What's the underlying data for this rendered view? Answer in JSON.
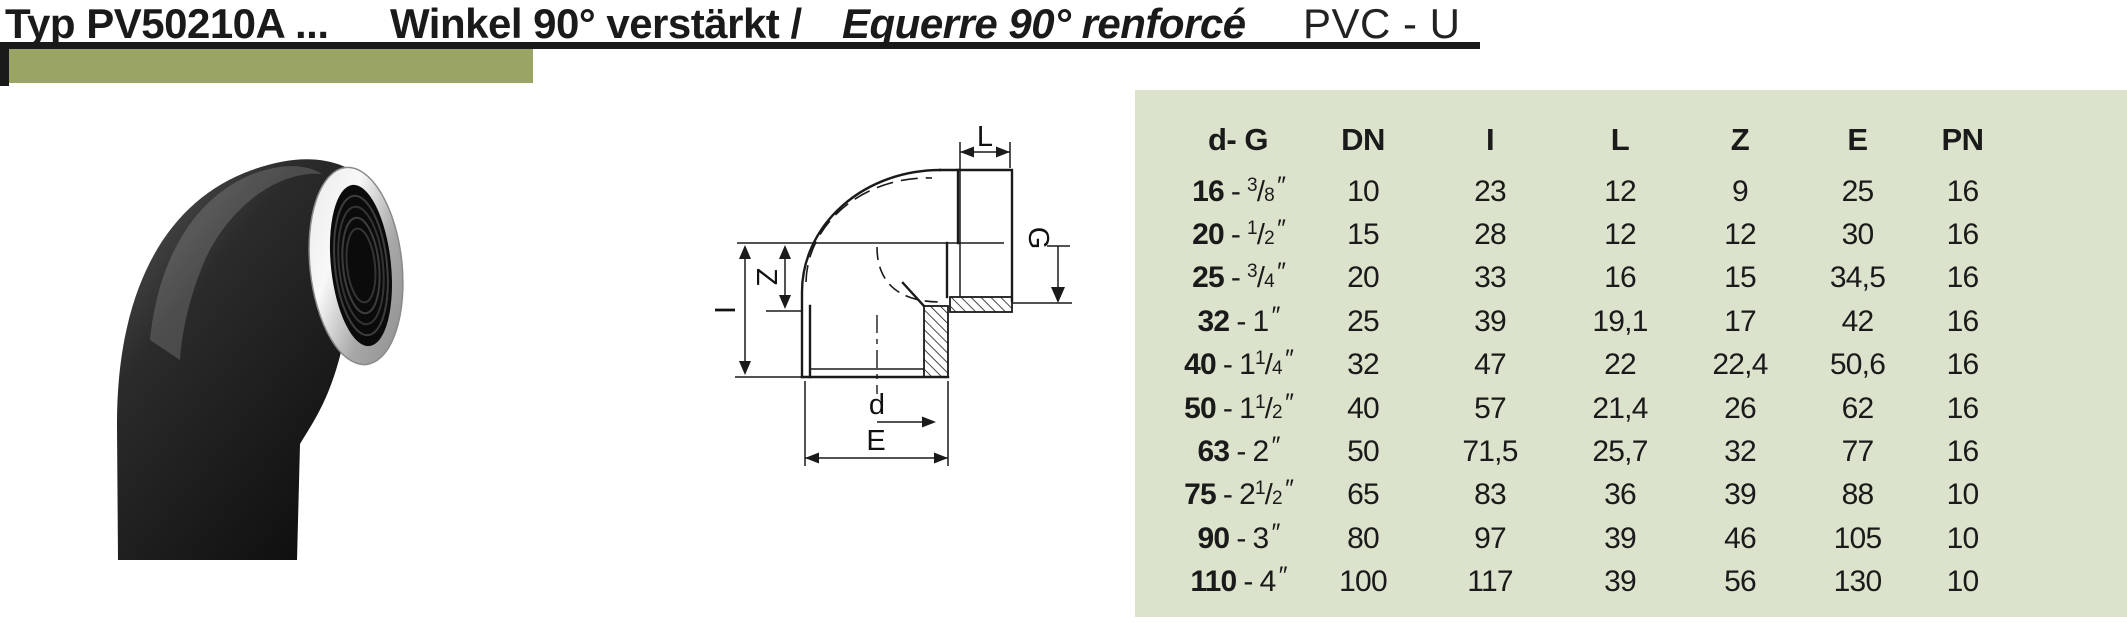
{
  "header": {
    "type_label": "Typ PV50210A ...",
    "title_de": "Winkel 90° verstärkt /",
    "title_fr": "Equerre 90° renforcé",
    "material": "PVC - U"
  },
  "colors": {
    "accent_bar": "#9aa464",
    "table_bg": "#dce3cc",
    "rule": "#1a1a1a"
  },
  "drawing": {
    "labels": {
      "L": "L",
      "G": "G",
      "Z": "Z",
      "I": "I",
      "d": "d",
      "E": "E"
    }
  },
  "table": {
    "headers": [
      "d- G",
      "DN",
      "I",
      "L",
      "Z",
      "E",
      "PN"
    ],
    "inch_mark": "″",
    "rows": [
      {
        "d": "16",
        "whole": "",
        "num": "3",
        "den": "8",
        "values": [
          "10",
          "23",
          "12",
          "9",
          "25",
          "16"
        ]
      },
      {
        "d": "20",
        "whole": "",
        "num": "1",
        "den": "2",
        "values": [
          "15",
          "28",
          "12",
          "12",
          "30",
          "16"
        ]
      },
      {
        "d": "25",
        "whole": "",
        "num": "3",
        "den": "4",
        "values": [
          "20",
          "33",
          "16",
          "15",
          "34,5",
          "16"
        ]
      },
      {
        "d": "32",
        "whole": "1",
        "num": "",
        "den": "",
        "values": [
          "25",
          "39",
          "19,1",
          "17",
          "42",
          "16"
        ]
      },
      {
        "d": "40",
        "whole": "1",
        "num": "1",
        "den": "4",
        "values": [
          "32",
          "47",
          "22",
          "22,4",
          "50,6",
          "16"
        ]
      },
      {
        "d": "50",
        "whole": "1",
        "num": "1",
        "den": "2",
        "values": [
          "40",
          "57",
          "21,4",
          "26",
          "62",
          "16"
        ]
      },
      {
        "d": "63",
        "whole": "2",
        "num": "",
        "den": "",
        "values": [
          "50",
          "71,5",
          "25,7",
          "32",
          "77",
          "16"
        ]
      },
      {
        "d": "75",
        "whole": "2",
        "num": "1",
        "den": "2",
        "values": [
          "65",
          "83",
          "36",
          "39",
          "88",
          "10"
        ]
      },
      {
        "d": "90",
        "whole": "3",
        "num": "",
        "den": "",
        "values": [
          "80",
          "97",
          "39",
          "46",
          "105",
          "10"
        ]
      },
      {
        "d": "110",
        "whole": "4",
        "num": "",
        "den": "",
        "values": [
          "100",
          "117",
          "39",
          "56",
          "130",
          "10"
        ]
      }
    ]
  }
}
